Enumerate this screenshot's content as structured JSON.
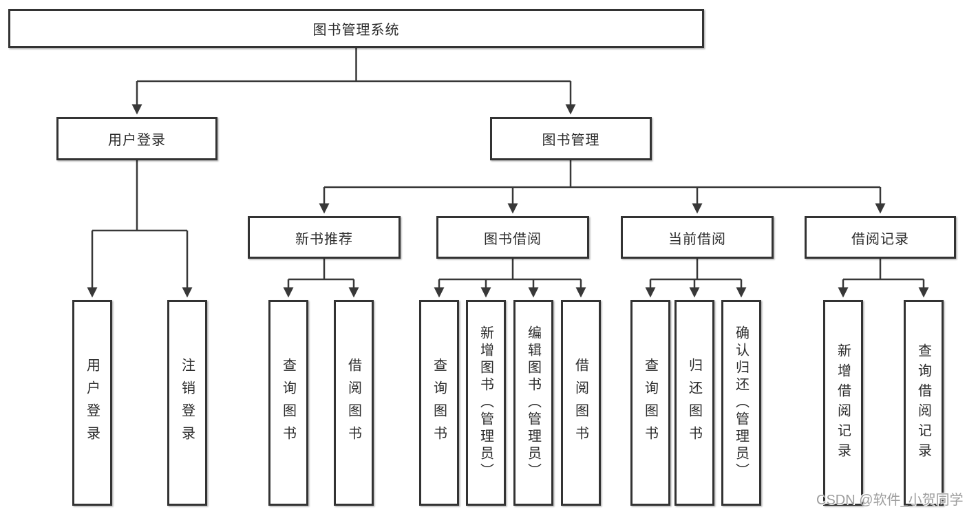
{
  "tree": {
    "label": "图书管理系统",
    "children": [
      {
        "label": "用户登录",
        "children": [
          {
            "label": "用户登录"
          },
          {
            "label": "注销登录"
          }
        ]
      },
      {
        "label": "图书管理",
        "children": [
          {
            "label": "新书推荐",
            "children": [
              {
                "label": "查询图书"
              },
              {
                "label": "借阅图书"
              }
            ]
          },
          {
            "label": "图书借阅",
            "children": [
              {
                "label": "查询图书"
              },
              {
                "label": "新增图书（管理员）"
              },
              {
                "label": "编辑图书（管理员）"
              },
              {
                "label": "借阅图书"
              }
            ]
          },
          {
            "label": "当前借阅",
            "children": [
              {
                "label": "查询图书"
              },
              {
                "label": "归还图书"
              },
              {
                "label": "确认归还（管理员）"
              }
            ]
          },
          {
            "label": "借阅记录",
            "children": [
              {
                "label": "新增借阅记录"
              },
              {
                "label": "查询借阅记录"
              }
            ]
          }
        ]
      }
    ]
  },
  "colors": {
    "line": "#383838",
    "border": "#333333",
    "watermark": "#9d9d9d"
  },
  "watermark": "CSDN @软件_小贺同学"
}
